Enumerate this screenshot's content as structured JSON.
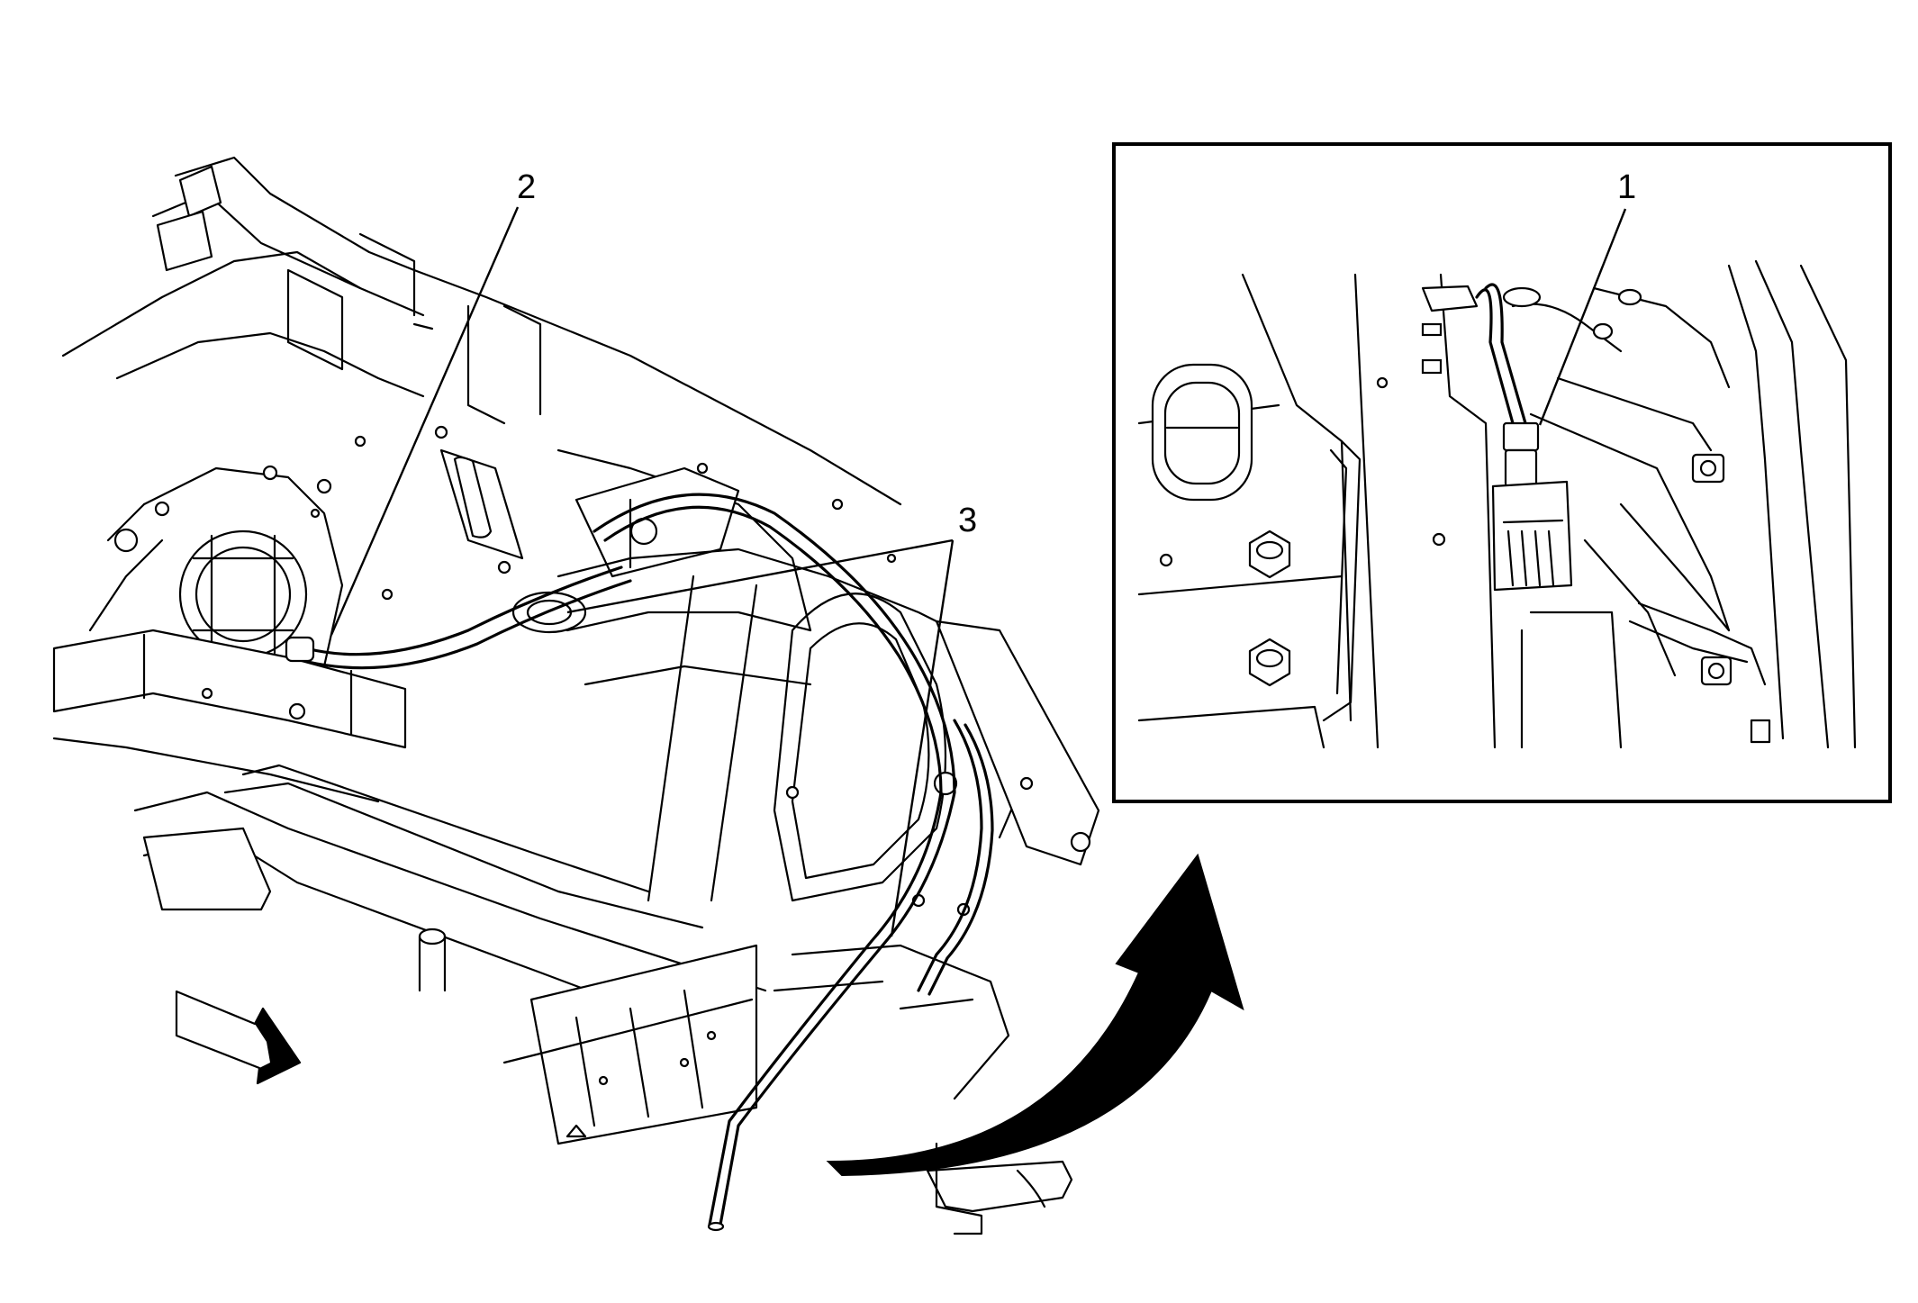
{
  "callouts": [
    {
      "id": "1",
      "label": "1"
    },
    {
      "id": "2",
      "label": "2"
    },
    {
      "id": "3",
      "label": "3"
    }
  ],
  "inset": {
    "frame": true
  },
  "arrows": {
    "direction_arrow": "front-direction-arrow",
    "rotation_arrow": "curved-rotation-arrow"
  },
  "colors": {
    "line": "#000000",
    "background": "#ffffff",
    "arrow_fill": "#000000"
  }
}
